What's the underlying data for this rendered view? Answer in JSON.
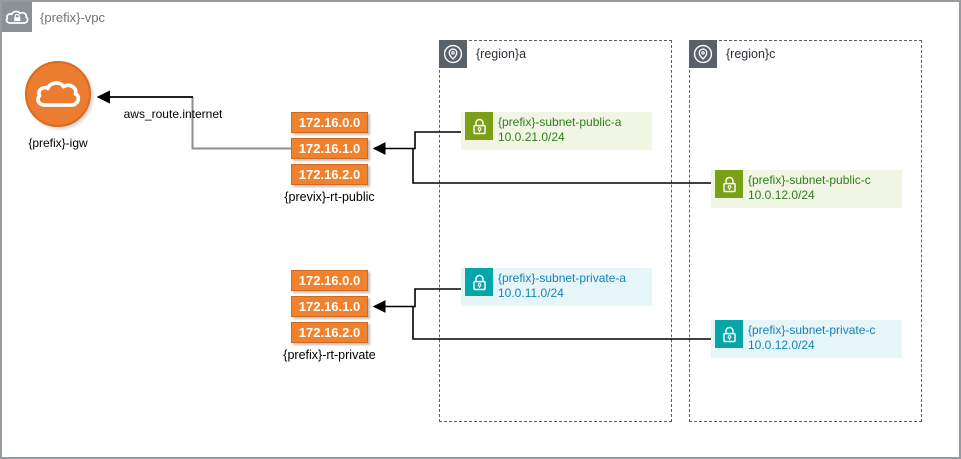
{
  "vpc": {
    "title": "{prefix}-vpc"
  },
  "igw": {
    "label": "{prefix}-igw"
  },
  "route_label": "aws_route.internet",
  "route_tables": {
    "public": {
      "label": "{previx}-rt-public",
      "entries": [
        "172.16.0.0",
        "172.16.1.0",
        "172.16.2.0"
      ]
    },
    "private": {
      "label": "{prefix}-rt-private",
      "entries": [
        "172.16.0.0",
        "172.16.1.0",
        "172.16.2.0"
      ]
    }
  },
  "regions": [
    {
      "label": "{region}a",
      "subnets": [
        {
          "name": "{prefix}-subnet-public-a",
          "cidr": "10.0.21.0/24",
          "type": "public"
        },
        {
          "name": "{prefix}-subnet-private-a",
          "cidr": "10.0.11.0/24",
          "type": "private"
        }
      ]
    },
    {
      "label": "{region}c",
      "subnets": [
        {
          "name": "{prefix}-subnet-public-c",
          "cidr": "10.0.12.0/24",
          "type": "public"
        },
        {
          "name": "{prefix}-subnet-private-c",
          "cidr": "10.0.12.0/24",
          "type": "private"
        }
      ]
    }
  ],
  "colors": {
    "orange_node": "#f0812f",
    "orange_border": "#cf6b20",
    "igw_fill": "#ec7c2f",
    "public_green": "#7aa116",
    "public_bg": "#f1f6e4",
    "public_text": "#2f7d1c",
    "private_teal": "#05a5a8",
    "private_bg": "#e6f5f7",
    "private_text": "#1583b5",
    "vpc_gray": "#8c9196",
    "region_slate": "#59616b",
    "connector_black": "#000000",
    "connector_gray": "#8f8f8f"
  }
}
